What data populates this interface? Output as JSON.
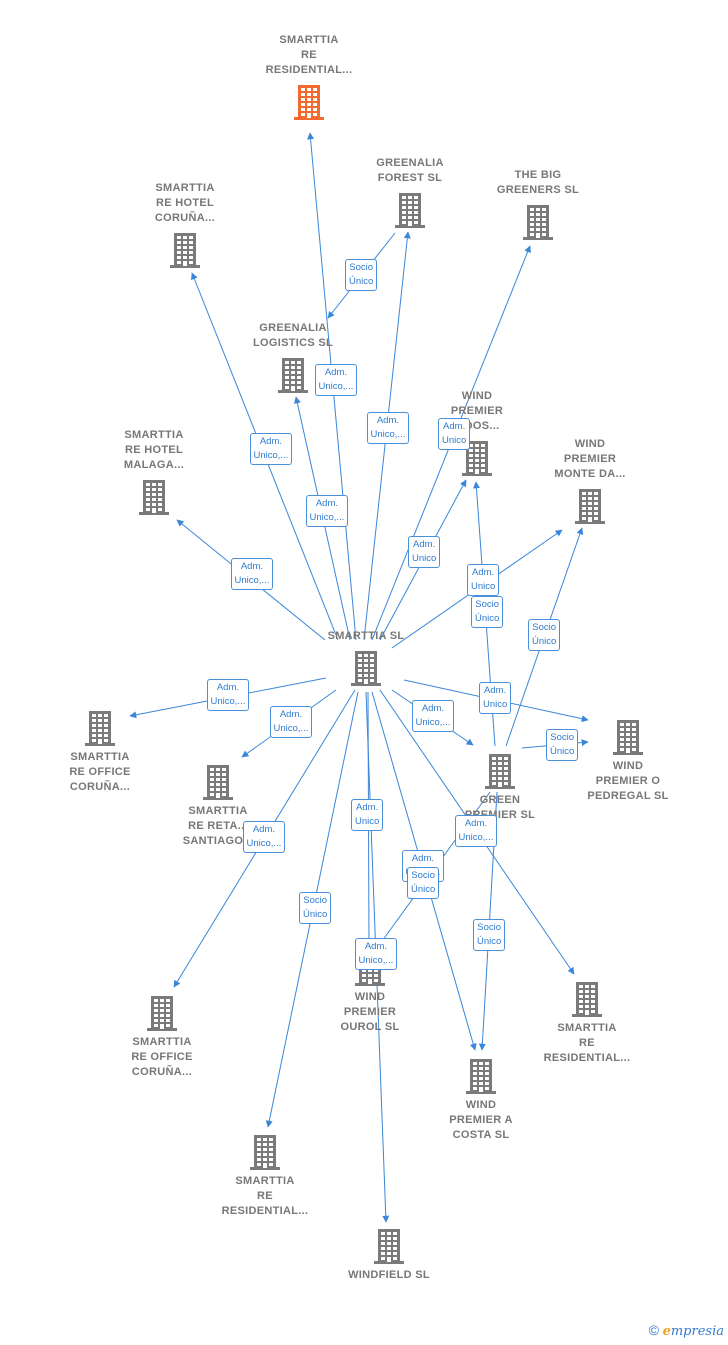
{
  "nodes": [
    {
      "id": "center",
      "label": "SMARTTIA  SL"
    },
    {
      "id": "residential_top",
      "label": "SMARTTIA\nRE\nRESIDENTIAL..."
    },
    {
      "id": "greenalia_forest",
      "label": "GREENALIA\nFOREST  SL"
    },
    {
      "id": "big_greeners",
      "label": "THE BIG\nGREENERS  SL"
    },
    {
      "id": "hotel_coruna",
      "label": "SMARTTIA\nRE HOTEL\nCORUÑA..."
    },
    {
      "id": "greenalia_logistics",
      "label": "GREENALIA\nLOGISTICS  SL"
    },
    {
      "id": "premier_dos",
      "label": "WIND\nPREMIER\n...DOS..."
    },
    {
      "id": "hotel_malaga",
      "label": "SMARTTIA\nRE HOTEL\nMALAGA..."
    },
    {
      "id": "monte_da",
      "label": "WIND\nPREMIER\nMONTE DA..."
    },
    {
      "id": "office_coruna1",
      "label": "SMARTTIA\nRE OFFICE\nCORUÑA..."
    },
    {
      "id": "retail_santiago",
      "label": "SMARTTIA\nRE RETA...\nSANTIAGO..."
    },
    {
      "id": "green_premier",
      "label": "GREEN\nPREMIER  SL"
    },
    {
      "id": "pedregal",
      "label": "WIND\nPREMIER O\nPEDREGAL  SL"
    },
    {
      "id": "ourol",
      "label": "WIND\nPREMIER\nOUROL  SL"
    },
    {
      "id": "office_coruna2",
      "label": "SMARTTIA\nRE OFFICE\nCORUÑA..."
    },
    {
      "id": "residential_right",
      "label": "SMARTTIA\nRE\nRESIDENTIAL..."
    },
    {
      "id": "a_costa",
      "label": "WIND\nPREMIER A\nCOSTA  SL"
    },
    {
      "id": "residential_bottom",
      "label": "SMARTTIA\nRE\nRESIDENTIAL..."
    },
    {
      "id": "windfield",
      "label": "WINDFIELD  SL"
    }
  ],
  "edges": [
    {
      "from": "center",
      "to": "residential_top"
    },
    {
      "from": "center",
      "to": "greenalia_forest"
    },
    {
      "from": "center",
      "to": "big_greeners"
    },
    {
      "from": "center",
      "to": "hotel_coruna"
    },
    {
      "from": "center",
      "to": "greenalia_logistics"
    },
    {
      "from": "greenalia_forest",
      "to": "greenalia_logistics"
    },
    {
      "from": "center",
      "to": "hotel_malaga"
    },
    {
      "from": "center",
      "to": "premier_dos"
    },
    {
      "from": "center",
      "to": "monte_da"
    },
    {
      "from": "center",
      "to": "office_coruna1"
    },
    {
      "from": "center",
      "to": "retail_santiago"
    },
    {
      "from": "center",
      "to": "green_premier"
    },
    {
      "from": "center",
      "to": "pedregal"
    },
    {
      "from": "center",
      "to": "office_coruna2"
    },
    {
      "from": "center",
      "to": "residential_bottom"
    },
    {
      "from": "center",
      "to": "windfield"
    },
    {
      "from": "center",
      "to": "ourol"
    },
    {
      "from": "center",
      "to": "a_costa"
    },
    {
      "from": "center",
      "to": "residential_right"
    },
    {
      "from": "green_premier",
      "to": "premier_dos"
    },
    {
      "from": "green_premier",
      "to": "monte_da"
    },
    {
      "from": "green_premier",
      "to": "pedregal"
    },
    {
      "from": "green_premier",
      "to": "ourol"
    },
    {
      "from": "green_premier",
      "to": "a_costa"
    }
  ],
  "badges": [
    {
      "id": "b1",
      "text": "Socio\nÚnico"
    },
    {
      "id": "b2",
      "text": "Adm.\nUnico,..."
    },
    {
      "id": "b3",
      "text": "Adm.\nUnico,..."
    },
    {
      "id": "b4",
      "text": "Adm.\nUnico"
    },
    {
      "id": "b5",
      "text": "Adm.\nUnico,..."
    },
    {
      "id": "b6",
      "text": "Adm.\nUnico,..."
    },
    {
      "id": "b7",
      "text": "Adm.\nUnico"
    },
    {
      "id": "b8",
      "text": "Adm.\nUnico,..."
    },
    {
      "id": "b9",
      "text": "Adm.\nUnico"
    },
    {
      "id": "b10",
      "text": "Socio\nÚnico"
    },
    {
      "id": "b11",
      "text": "Socio\nÚnico"
    },
    {
      "id": "b12",
      "text": "Adm.\nUnico,..."
    },
    {
      "id": "b13",
      "text": "Adm.\nUnico,..."
    },
    {
      "id": "b14",
      "text": "Adm.\nUnico,..."
    },
    {
      "id": "b15",
      "text": "Adm.\nUnico"
    },
    {
      "id": "b16",
      "text": "Socio\nÚnico"
    },
    {
      "id": "b17",
      "text": "Adm.\nUnico"
    },
    {
      "id": "b18",
      "text": "Adm.\nUnico,..."
    },
    {
      "id": "b19",
      "text": "Adm.\nUnico,..."
    },
    {
      "id": "b20",
      "text": "Adm.\nUnico,..."
    },
    {
      "id": "b21",
      "text": "Socio\nÚnico"
    },
    {
      "id": "b22",
      "text": "Socio\nÚnico"
    },
    {
      "id": "b23",
      "text": "Socio\nÚnico"
    },
    {
      "id": "b24",
      "text": "Adm.\nUnico,..."
    }
  ],
  "colors": {
    "edge": "#3a86d8",
    "node": "#7a7a7a",
    "highlight": "#f26a2e",
    "badge_text": "#2f7bd0"
  },
  "footer": {
    "copyright": "©",
    "brand_initial": "e",
    "brand_rest": "mpresia"
  }
}
